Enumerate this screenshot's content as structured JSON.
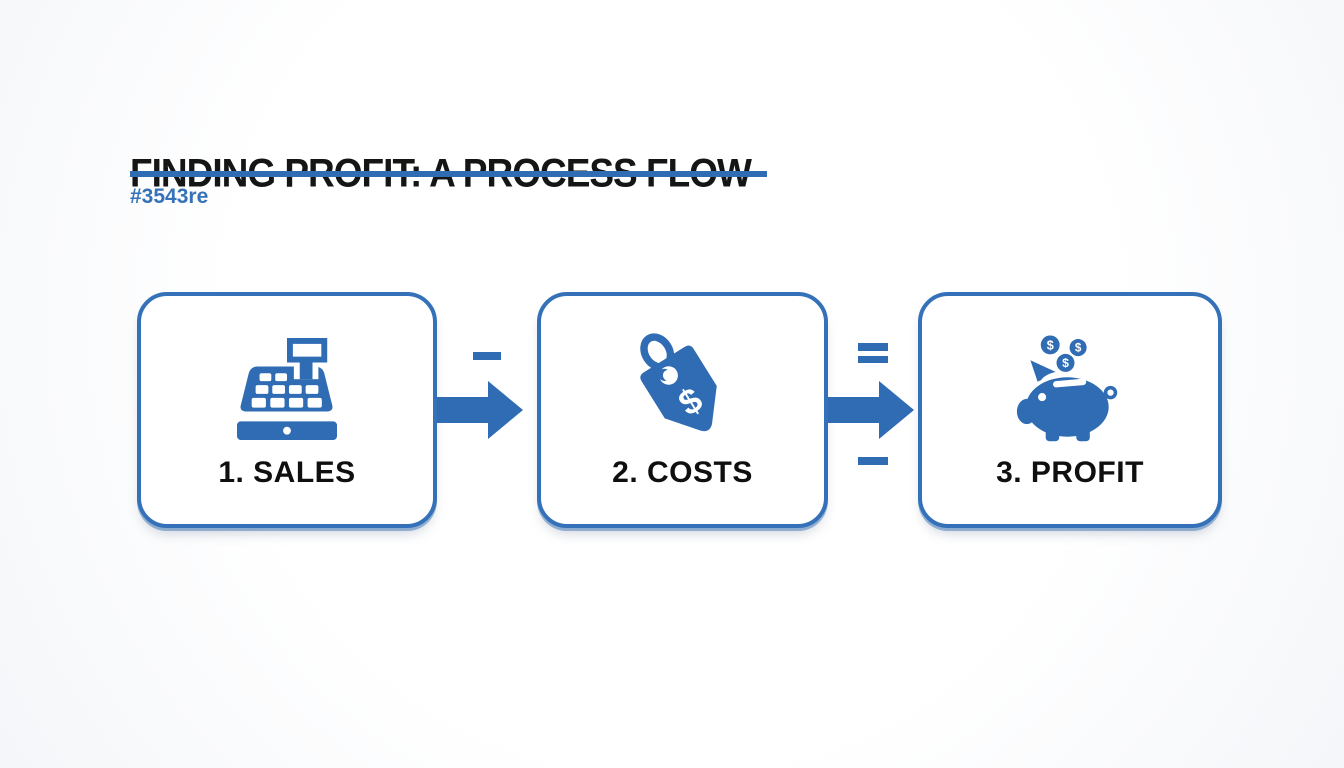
{
  "header": {
    "title": "FINDING PROFIT: A PROCESS FLOW",
    "subtitle": "#3543re"
  },
  "flow": {
    "steps": [
      {
        "label": "1. SALES",
        "icon": "cash-register-icon"
      },
      {
        "label": "2. COSTS",
        "icon": "price-tag-icon"
      },
      {
        "label": "3. PROFIT",
        "icon": "piggy-bank-icon"
      }
    ],
    "connectors": [
      {
        "icon": "arrow-right-icon",
        "operator_above": "minus"
      },
      {
        "icon": "arrow-right-icon",
        "operator_above": "equals",
        "operator_below": "minus"
      }
    ]
  },
  "glyphs": {
    "dollar": "$"
  },
  "colors": {
    "accent_blue": "#2f6cb3",
    "box_border_blue": "#3571b8",
    "title_black": "#151515",
    "background": "#fbfcfd"
  }
}
